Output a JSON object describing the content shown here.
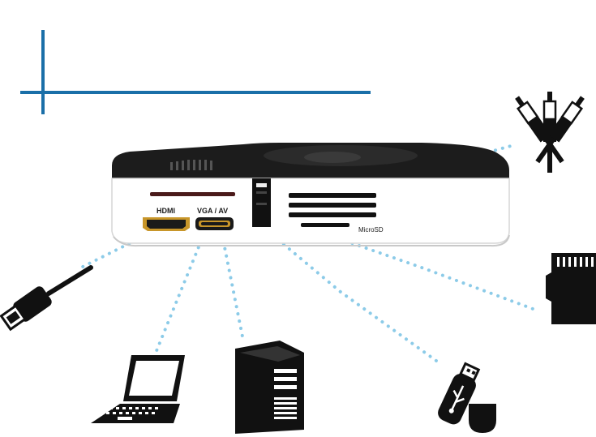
{
  "ports": {
    "hdmi_label": "HDMI",
    "vga_av_label": "VGA / AV",
    "microsd_label": "MicroSD"
  },
  "devices": [
    {
      "name": "rca-av-cable-icon"
    },
    {
      "name": "microsd-card-icon"
    },
    {
      "name": "hdmi-cable-icon"
    },
    {
      "name": "laptop-icon"
    },
    {
      "name": "desktop-tower-icon"
    },
    {
      "name": "usb-flash-drive-icon"
    }
  ],
  "colors": {
    "accent_line": "#1a6fa8",
    "dotted_connector": "#8ccbe8",
    "device_black": "#111111",
    "projector_body": "#ffffff",
    "hdmi_port": "#c8962a"
  }
}
